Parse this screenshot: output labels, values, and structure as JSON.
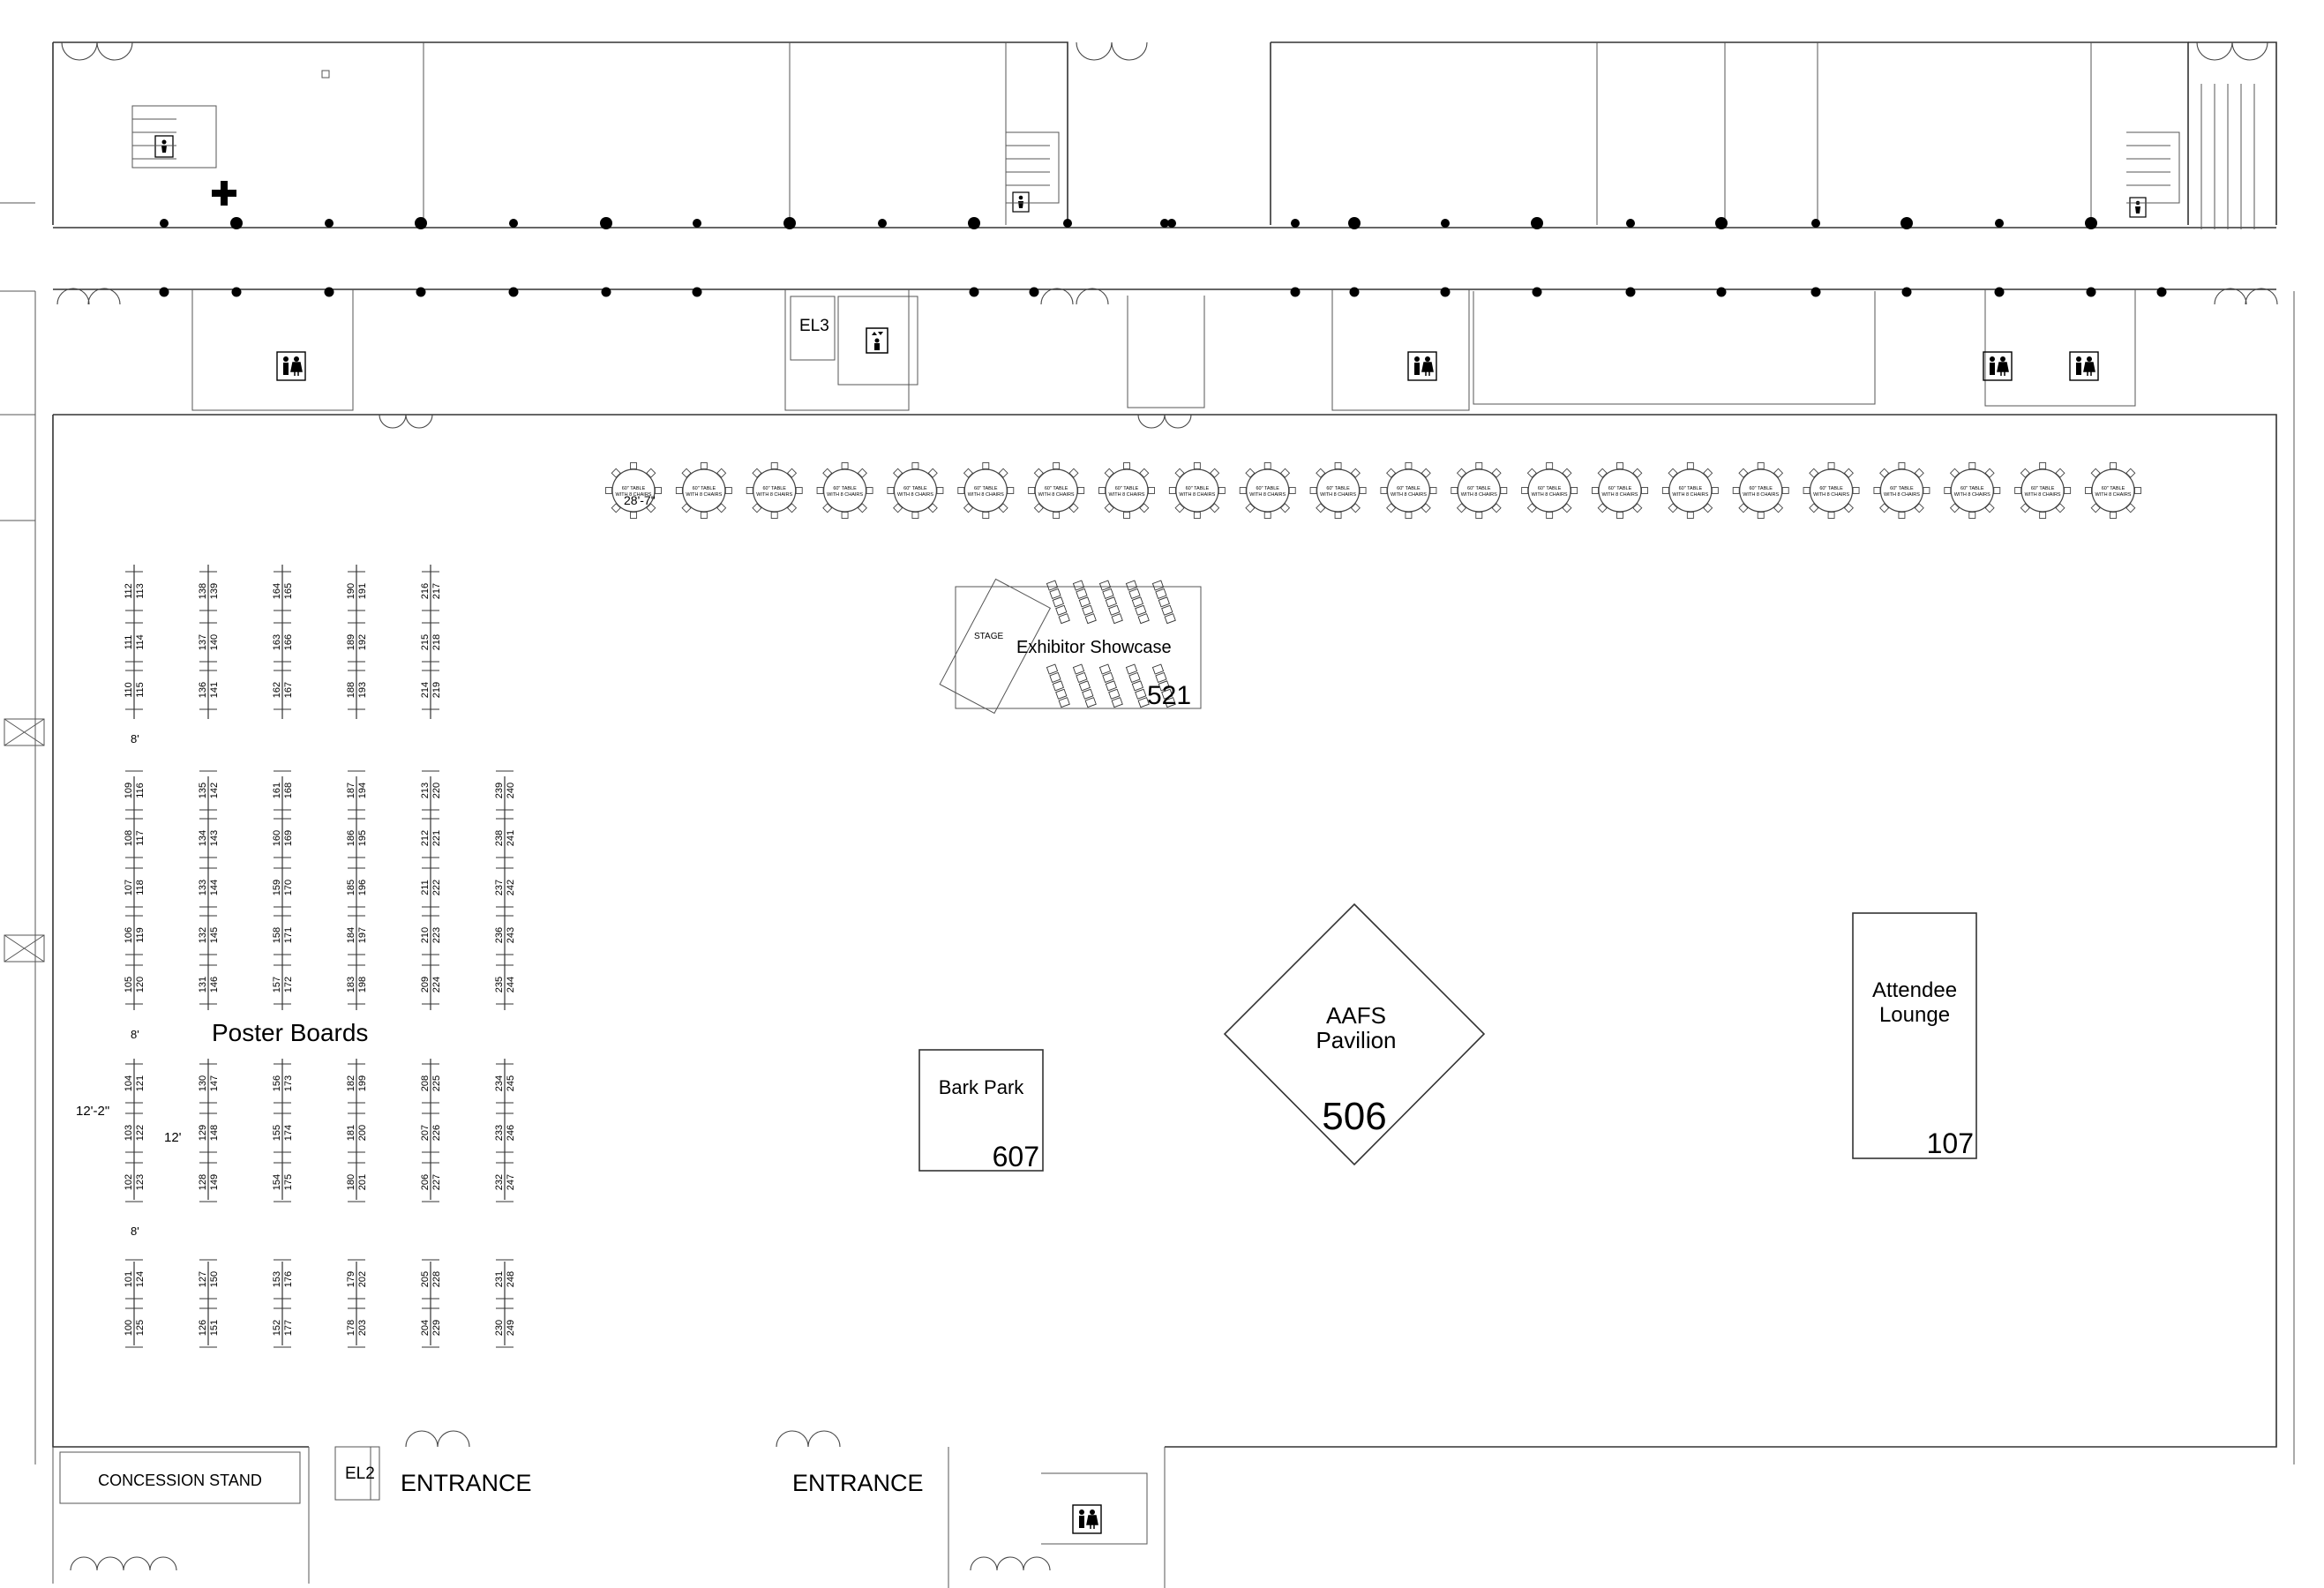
{
  "booth_areas": {
    "exhibitor_showcase": {
      "label": "Exhibitor Showcase",
      "stage": "STAGE",
      "number": "521"
    },
    "aafs_pavilion": {
      "line1": "AAFS",
      "line2": "Pavilion",
      "number": "506"
    },
    "attendee_lounge": {
      "line1": "Attendee",
      "line2": "Lounge",
      "number": "107"
    },
    "bark_park": {
      "label": "Bark Park",
      "number": "607"
    }
  },
  "poster_boards": {
    "label": "Poster Boards",
    "columns": [
      {
        "blocks": [
          [
            [
              "112",
              "113"
            ],
            [
              "111",
              "114"
            ],
            [
              "110",
              "115"
            ]
          ],
          [
            [
              "109",
              "116"
            ],
            [
              "108",
              "117"
            ],
            [
              "107",
              "118"
            ],
            [
              "106",
              "119"
            ],
            [
              "105",
              "120"
            ]
          ],
          [
            [
              "104",
              "121"
            ],
            [
              "103",
              "122"
            ],
            [
              "102",
              "123"
            ]
          ],
          [
            [
              "101",
              "124"
            ],
            [
              "100",
              "125"
            ]
          ]
        ]
      },
      {
        "blocks": [
          [
            [
              "138",
              "139"
            ],
            [
              "137",
              "140"
            ],
            [
              "136",
              "141"
            ]
          ],
          [
            [
              "135",
              "142"
            ],
            [
              "134",
              "143"
            ],
            [
              "133",
              "144"
            ],
            [
              "132",
              "145"
            ],
            [
              "131",
              "146"
            ]
          ],
          [
            [
              "130",
              "147"
            ],
            [
              "129",
              "148"
            ],
            [
              "128",
              "149"
            ]
          ],
          [
            [
              "127",
              "150"
            ],
            [
              "126",
              "151"
            ]
          ]
        ]
      },
      {
        "blocks": [
          [
            [
              "164",
              "165"
            ],
            [
              "163",
              "166"
            ],
            [
              "162",
              "167"
            ]
          ],
          [
            [
              "161",
              "168"
            ],
            [
              "160",
              "169"
            ],
            [
              "159",
              "170"
            ],
            [
              "158",
              "171"
            ],
            [
              "157",
              "172"
            ]
          ],
          [
            [
              "156",
              "173"
            ],
            [
              "155",
              "174"
            ],
            [
              "154",
              "175"
            ]
          ],
          [
            [
              "153",
              "176"
            ],
            [
              "152",
              "177"
            ]
          ]
        ]
      },
      {
        "blocks": [
          [
            [
              "190",
              "191"
            ],
            [
              "189",
              "192"
            ],
            [
              "188",
              "193"
            ]
          ],
          [
            [
              "187",
              "194"
            ],
            [
              "186",
              "195"
            ],
            [
              "185",
              "196"
            ],
            [
              "184",
              "197"
            ],
            [
              "183",
              "198"
            ]
          ],
          [
            [
              "182",
              "199"
            ],
            [
              "181",
              "200"
            ],
            [
              "180",
              "201"
            ]
          ],
          [
            [
              "179",
              "202"
            ],
            [
              "178",
              "203"
            ]
          ]
        ]
      },
      {
        "blocks": [
          [
            [
              "216",
              "217"
            ],
            [
              "215",
              "218"
            ],
            [
              "214",
              "219"
            ]
          ],
          [
            [
              "213",
              "220"
            ],
            [
              "212",
              "221"
            ],
            [
              "211",
              "222"
            ],
            [
              "210",
              "223"
            ],
            [
              "209",
              "224"
            ]
          ],
          [
            [
              "208",
              "225"
            ],
            [
              "207",
              "226"
            ],
            [
              "206",
              "227"
            ]
          ],
          [
            [
              "205",
              "228"
            ],
            [
              "204",
              "229"
            ]
          ]
        ]
      },
      {
        "blocks": [
          [],
          [
            [
              "239",
              "240"
            ],
            [
              "238",
              "241"
            ],
            [
              "237",
              "242"
            ],
            [
              "236",
              "243"
            ],
            [
              "235",
              "244"
            ]
          ],
          [
            [
              "234",
              "245"
            ],
            [
              "233",
              "246"
            ],
            [
              "232",
              "247"
            ]
          ],
          [
            [
              "231",
              "248"
            ],
            [
              "230",
              "249"
            ]
          ]
        ]
      }
    ],
    "gap_labels": [
      "8'",
      "8'",
      "8'"
    ],
    "width_label": "12'",
    "aisle_label": "12'-2\""
  },
  "round_tables": {
    "count": 22,
    "text_line1": "60\" TABLE",
    "text_line2": "WITH 8 CHAIRS",
    "dimension": "28'-7\""
  },
  "elevators": {
    "el3": "EL3",
    "el2": "EL2"
  },
  "concession": "CONCESSION STAND",
  "entrances": [
    "ENTRANCE",
    "ENTRANCE"
  ],
  "icons": {
    "restroom": "restroom-icon",
    "stairs": "stairs-icon",
    "first_aid": "first-aid-icon",
    "elevator": "elevator-icon"
  }
}
